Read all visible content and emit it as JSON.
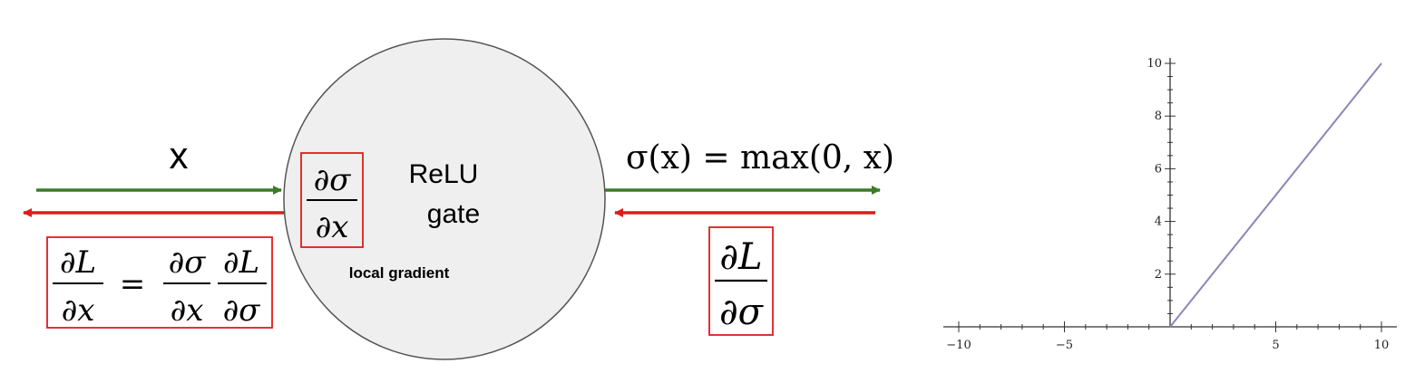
{
  "diagram": {
    "input_label": "x",
    "gate_label_line1": "ReLU",
    "gate_label_line2": "gate",
    "local_gradient_label": "local gradient",
    "local_grad": {
      "num": "∂σ",
      "den": "∂x"
    },
    "output_formula": "σ(x) = max(0, x)",
    "upstream_grad": {
      "num": "∂L",
      "den": "∂σ"
    },
    "chain_rule": {
      "lhs": {
        "num": "∂L",
        "den": "∂x"
      },
      "eq": "=",
      "t1": {
        "num": "∂σ",
        "den": "∂x"
      },
      "t2": {
        "num": "∂L",
        "den": "∂σ"
      }
    },
    "colors": {
      "forward": "#3d7a2a",
      "backward": "#e01b1b",
      "box": "#e01b1b",
      "gate_fill": "#efefef"
    }
  },
  "chart_data": {
    "type": "line",
    "x": [
      -10,
      0,
      10
    ],
    "y": [
      0,
      0,
      10
    ],
    "xlim": [
      -10,
      10
    ],
    "ylim": [
      0,
      10
    ],
    "xticks": [
      -10,
      -5,
      5,
      10
    ],
    "yticks": [
      2,
      4,
      6,
      8,
      10
    ],
    "xtick_labels": [
      "−10",
      "−5",
      "5",
      "10"
    ],
    "ytick_labels": [
      "2",
      "4",
      "6",
      "8",
      "10"
    ],
    "line_color": "#8a86b8",
    "grid": false
  }
}
